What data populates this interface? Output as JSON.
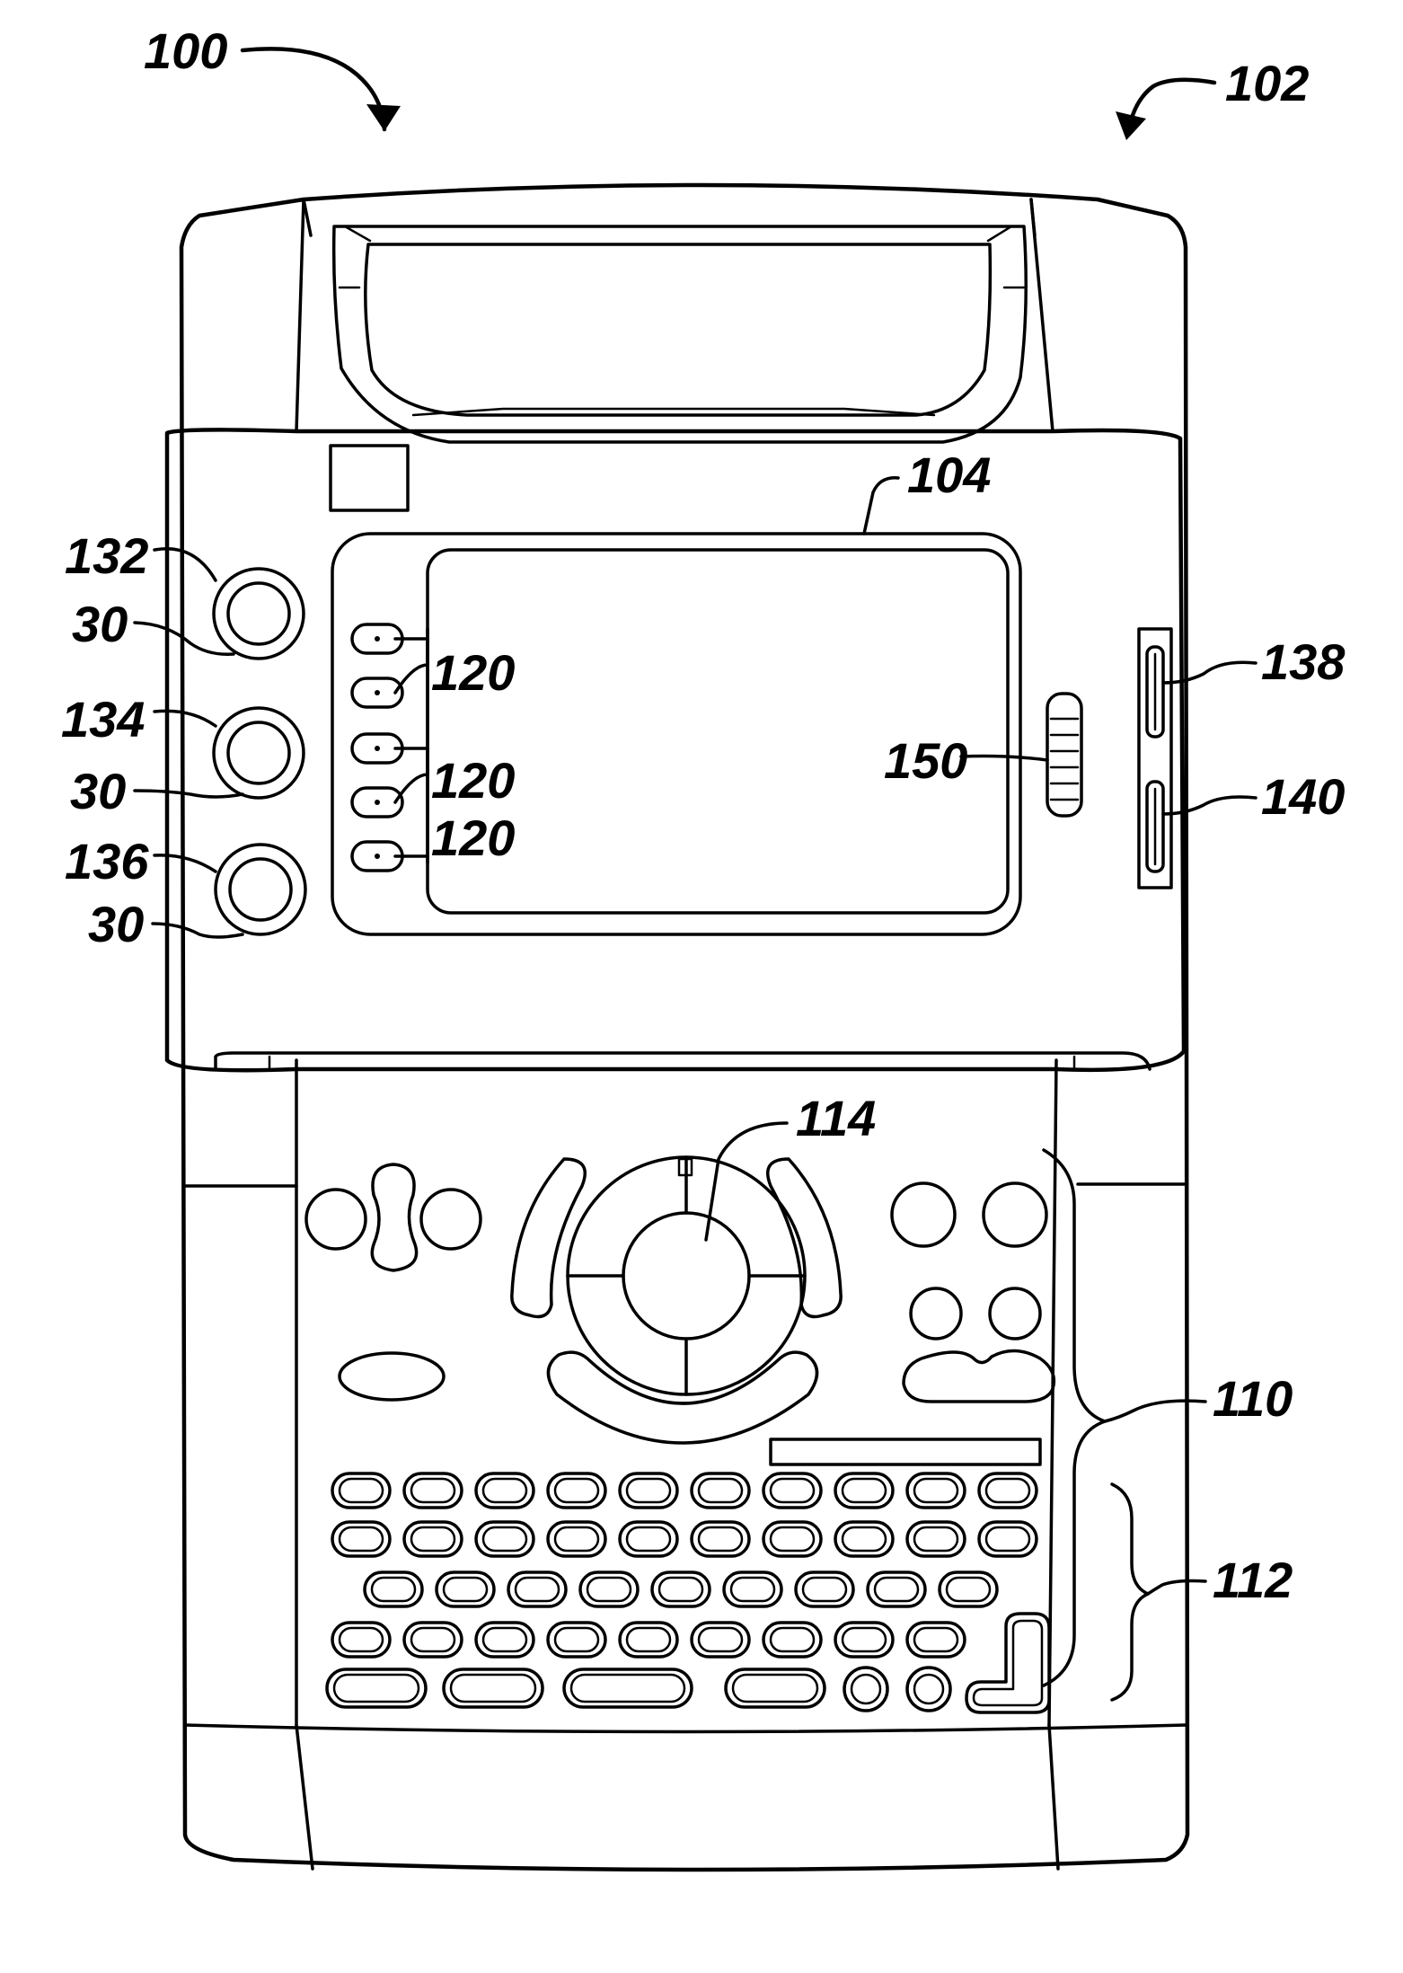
{
  "figure": {
    "labels": {
      "device_assembly": "100",
      "device_housing": "102",
      "display": "104",
      "control_panel": "110",
      "keyboard": "112",
      "trackball": "114",
      "soft_keys": "120",
      "knob_top": "132",
      "knob_middle": "134",
      "knob_bottom": "136",
      "knob_ring": "30",
      "slot_top": "138",
      "slot_bottom": "140",
      "side_control": "150"
    }
  }
}
